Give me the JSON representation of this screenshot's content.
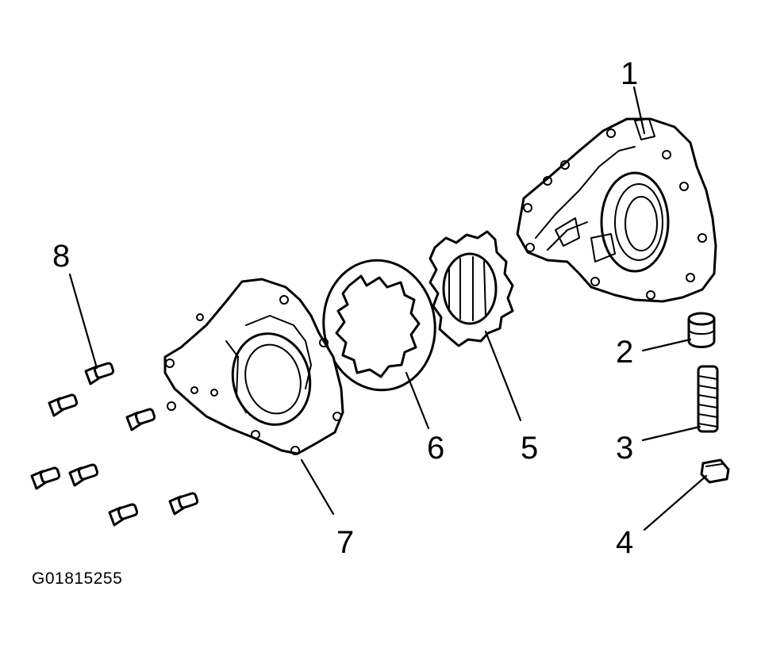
{
  "callouts": {
    "c1": "1",
    "c2": "2",
    "c3": "3",
    "c4": "4",
    "c5": "5",
    "c6": "6",
    "c7": "7",
    "c8": "8"
  },
  "figure_id": "G01815255",
  "colors": {
    "ink": "#000000",
    "paper": "#ffffff"
  }
}
